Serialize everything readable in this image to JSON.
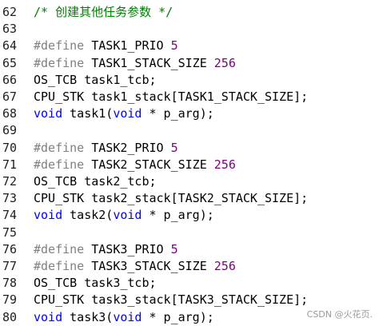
{
  "lines": [
    {
      "num": "62",
      "tokens": [
        {
          "t": "comment",
          "v": "/* 创建其他任务参数 */"
        }
      ]
    },
    {
      "num": "63",
      "tokens": []
    },
    {
      "num": "64",
      "tokens": [
        {
          "t": "directive",
          "v": "#define "
        },
        {
          "t": "plain",
          "v": "TASK1_PRIO "
        },
        {
          "t": "number",
          "v": "5"
        }
      ]
    },
    {
      "num": "65",
      "tokens": [
        {
          "t": "directive",
          "v": "#define "
        },
        {
          "t": "plain",
          "v": "TASK1_STACK_SIZE "
        },
        {
          "t": "number",
          "v": "256"
        }
      ]
    },
    {
      "num": "66",
      "tokens": [
        {
          "t": "plain",
          "v": "OS_TCB task1_tcb;"
        }
      ]
    },
    {
      "num": "67",
      "tokens": [
        {
          "t": "plain",
          "v": "CPU_STK task1_stack[TASK1_STACK_SIZE];"
        }
      ]
    },
    {
      "num": "68",
      "tokens": [
        {
          "t": "keyword",
          "v": "void"
        },
        {
          "t": "plain",
          "v": " task1("
        },
        {
          "t": "keyword",
          "v": "void"
        },
        {
          "t": "plain",
          "v": " * p_arg);"
        }
      ]
    },
    {
      "num": "69",
      "tokens": []
    },
    {
      "num": "70",
      "tokens": [
        {
          "t": "directive",
          "v": "#define "
        },
        {
          "t": "plain",
          "v": "TASK2_PRIO "
        },
        {
          "t": "number",
          "v": "5"
        }
      ]
    },
    {
      "num": "71",
      "tokens": [
        {
          "t": "directive",
          "v": "#define "
        },
        {
          "t": "plain",
          "v": "TASK2_STACK_SIZE "
        },
        {
          "t": "number",
          "v": "256"
        }
      ]
    },
    {
      "num": "72",
      "tokens": [
        {
          "t": "plain",
          "v": "OS_TCB task2_tcb;"
        }
      ]
    },
    {
      "num": "73",
      "tokens": [
        {
          "t": "plain",
          "v": "CPU_STK task2_stack[TASK2_STACK_SIZE];"
        }
      ]
    },
    {
      "num": "74",
      "tokens": [
        {
          "t": "keyword",
          "v": "void"
        },
        {
          "t": "plain",
          "v": " task2("
        },
        {
          "t": "keyword",
          "v": "void"
        },
        {
          "t": "plain",
          "v": " * p_arg);"
        }
      ]
    },
    {
      "num": "75",
      "tokens": []
    },
    {
      "num": "76",
      "tokens": [
        {
          "t": "directive",
          "v": "#define "
        },
        {
          "t": "plain",
          "v": "TASK3_PRIO "
        },
        {
          "t": "number",
          "v": "5"
        }
      ]
    },
    {
      "num": "77",
      "tokens": [
        {
          "t": "directive",
          "v": "#define "
        },
        {
          "t": "plain",
          "v": "TASK3_STACK_SIZE "
        },
        {
          "t": "number",
          "v": "256"
        }
      ]
    },
    {
      "num": "78",
      "tokens": [
        {
          "t": "plain",
          "v": "OS_TCB task3_tcb;"
        }
      ]
    },
    {
      "num": "79",
      "tokens": [
        {
          "t": "plain",
          "v": "CPU_STK task3_stack[TASK3_STACK_SIZE];"
        }
      ]
    },
    {
      "num": "80",
      "tokens": [
        {
          "t": "keyword",
          "v": "void"
        },
        {
          "t": "plain",
          "v": " task3("
        },
        {
          "t": "keyword",
          "v": "void"
        },
        {
          "t": "plain",
          "v": " * p_arg);"
        }
      ]
    }
  ],
  "watermark": "CSDN @火花页."
}
